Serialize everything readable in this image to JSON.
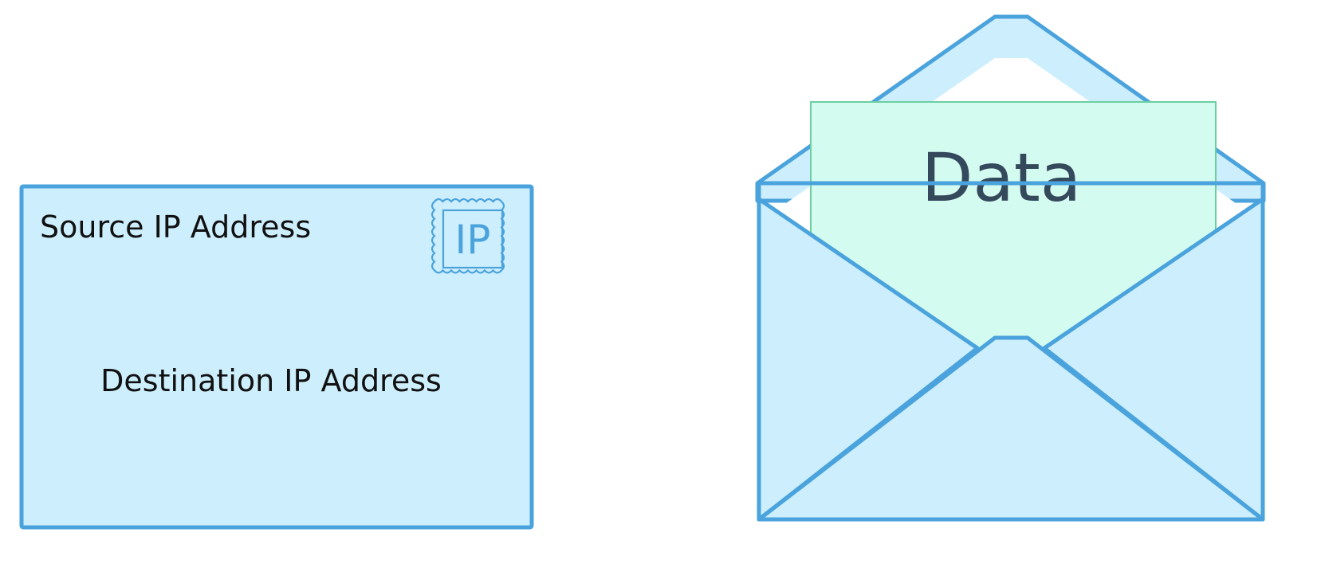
{
  "colors": {
    "stroke": "#4aa3dc",
    "envelope_fill": "#cdeefc",
    "letter_fill": "#d4fbf0",
    "letter_stroke": "#6ccfa0",
    "text_dark": "#111111",
    "data_text": "#35495c"
  },
  "front_envelope": {
    "source_label": "Source IP Address",
    "destination_label": "Destination IP Address",
    "stamp_text": "IP"
  },
  "open_envelope": {
    "letter_text": "Data"
  }
}
